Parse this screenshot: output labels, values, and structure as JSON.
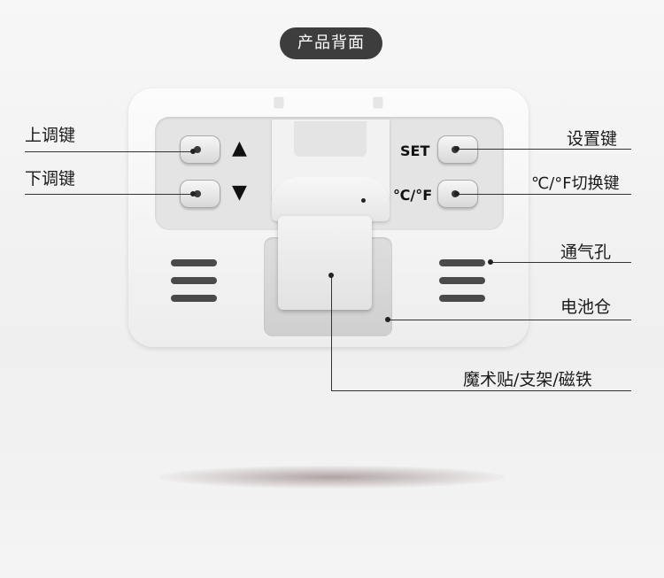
{
  "title": "产品背面",
  "buttons": {
    "set_text": "SET",
    "temp_text": "℃/°F",
    "up_arrow": "▲",
    "down_arrow": "▼"
  },
  "labels": {
    "up_key": "上调键",
    "down_key": "下调键",
    "set_key": "设置键",
    "unit_switch_key": "℃/°F切换键",
    "vent": "通气孔",
    "battery": "电池仓",
    "mount": "魔术贴/支架/磁铁"
  },
  "colors": {
    "pill_bg": "#3d3d3d",
    "device_body": "#f5f5f5",
    "panel": "#e4e4e4"
  }
}
